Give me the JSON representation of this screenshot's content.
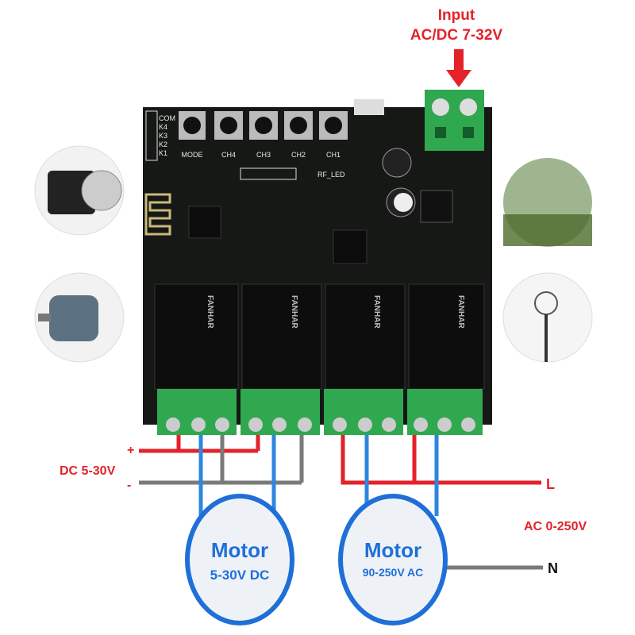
{
  "input": {
    "title": "Input",
    "voltage": "AC/DC 7-32V"
  },
  "board": {
    "buttons": [
      "MODE",
      "CH4",
      "CH3",
      "CH2",
      "CH1"
    ],
    "header_pins": [
      "COM",
      "K4",
      "K3",
      "K2",
      "K1"
    ],
    "rf_led": "RF_LED",
    "relay_brand": "FANHAR"
  },
  "dc_side": {
    "plus": "+",
    "minus": "-",
    "supply": "DC 5-30V",
    "motor_title": "Motor",
    "motor_rating": "5-30V DC"
  },
  "ac_side": {
    "live": "L",
    "neutral": "N",
    "supply": "AC 0-250V",
    "motor_title": "Motor",
    "motor_rating": "90-250V AC"
  },
  "colors": {
    "wire_red": "#e4222a",
    "wire_blue": "#2d86e0",
    "wire_gray": "#7a7a7a",
    "terminal_green": "#2fa84f",
    "board": "#161816",
    "motor_ring": "#1f6fd8"
  }
}
